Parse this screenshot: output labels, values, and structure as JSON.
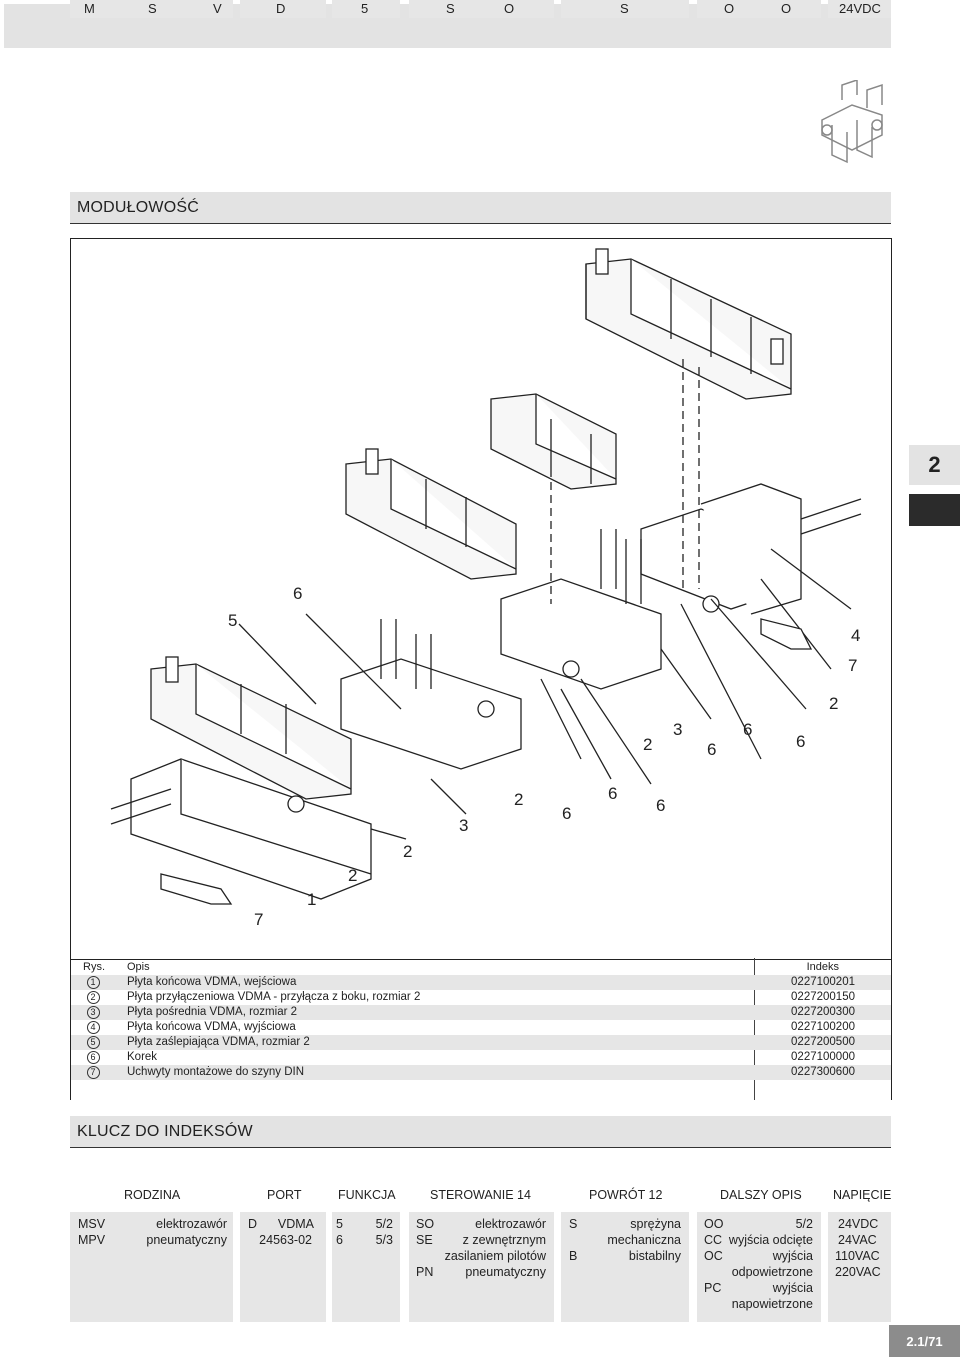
{
  "side_tab": "2",
  "page_number": "2.1/71",
  "section1_title": "MODUŁOWOŚĆ",
  "section2_title": "KLUCZ DO INDEKSÓW",
  "diagram_callouts": [
    "5",
    "6",
    "4",
    "7",
    "2",
    "2",
    "3",
    "6",
    "6",
    "6",
    "2",
    "6",
    "6",
    "6",
    "3",
    "2",
    "2",
    "1",
    "7"
  ],
  "parts_table": {
    "header": {
      "no": "Rys.",
      "desc": "Opis",
      "index": "Indeks"
    },
    "rows": [
      {
        "no": "1",
        "desc": "Płyta końcowa VDMA, wejściowa",
        "index": "0227100201"
      },
      {
        "no": "2",
        "desc": "Płyta przyłączeniowa VDMA - przyłącza z boku, rozmiar 2",
        "index": "0227200150"
      },
      {
        "no": "3",
        "desc": "Płyta pośrednia VDMA, rozmiar 2",
        "index": "0227200300"
      },
      {
        "no": "4",
        "desc": "Płyta końcowa VDMA, wyjściowa",
        "index": "0227100200"
      },
      {
        "no": "5",
        "desc": "Płyta zaślepiająca VDMA, rozmiar 2",
        "index": "0227200500"
      },
      {
        "no": "6",
        "desc": "Korek",
        "index": "0227100000"
      },
      {
        "no": "7",
        "desc": "Uchwyty montażowe do szyny DIN",
        "index": "0227300600"
      }
    ]
  },
  "code_key": {
    "code": {
      "g1": [
        "M",
        "S",
        "V"
      ],
      "g2": [
        "D"
      ],
      "g3": [
        "5"
      ],
      "g4": [
        "S",
        "O"
      ],
      "g5": [
        "S"
      ],
      "g6": [
        "O",
        "O"
      ],
      "g7": [
        "24VDC"
      ]
    },
    "categories": [
      "RODZINA",
      "PORT",
      "FUNKCJA",
      "STEROWANIE 14",
      "POWRÓT 12",
      "DALSZY OPIS",
      "NAPIĘCIE"
    ],
    "rodzina": [
      {
        "code": "MSV",
        "text": "elektrozawór"
      },
      {
        "code": "MPV",
        "text": "pneumatyczny"
      }
    ],
    "port": {
      "code": "D",
      "text1": "VDMA",
      "text2": "24563-02"
    },
    "funkcja": [
      {
        "code": "5",
        "text": "5/2"
      },
      {
        "code": "6",
        "text": "5/3"
      }
    ],
    "sterowanie": {
      "so_code": "SO",
      "so_text": "elektrozawór",
      "se_code": "SE",
      "se_text1": "z zewnętrznym",
      "se_text2": "zasilaniem pilotów",
      "pn_code": "PN",
      "pn_text": "pneumatyczny"
    },
    "powrot": {
      "s_code": "S",
      "s_text1": "sprężyna",
      "s_text2": "mechaniczna",
      "b_code": "B",
      "b_text": "bistabilny"
    },
    "dalszy": {
      "oo_code": "OO",
      "oo_text": "5/2",
      "cc_code": "CC",
      "cc_text": "wyjścia odcięte",
      "oc_code": "OC",
      "oc_text1": "wyjścia",
      "oc_text2": "odpowietrzone",
      "pc_code": "PC",
      "pc_text1": "wyjścia",
      "pc_text2": "napowietrzone"
    },
    "napiecie": [
      "24VDC",
      "24VAC",
      "110VAC",
      "220VAC"
    ]
  }
}
